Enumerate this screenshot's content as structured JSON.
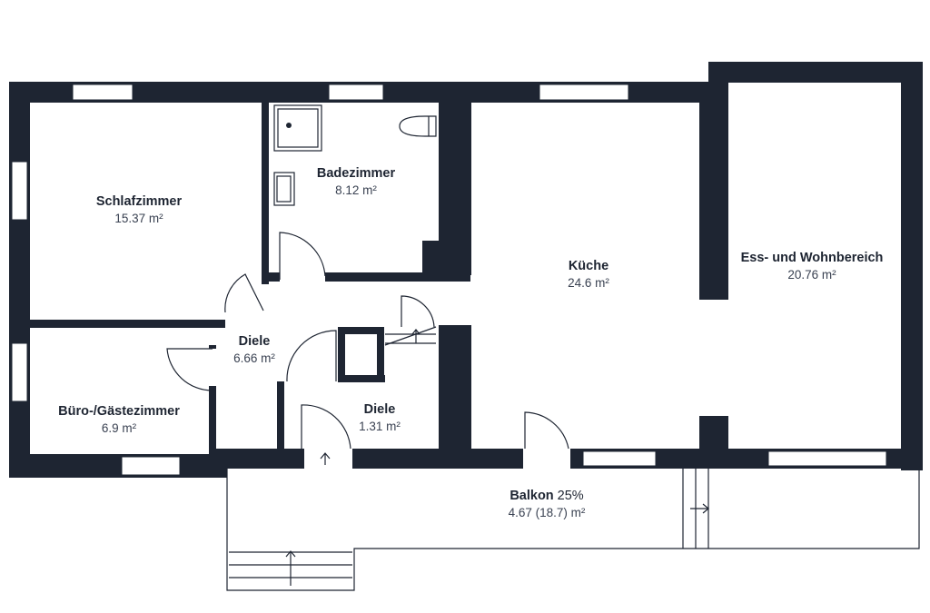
{
  "rooms": [
    {
      "key": "schlafzimmer",
      "name": "Schlafzimmer",
      "area": "15.37 m²"
    },
    {
      "key": "badezimmer",
      "name": "Badezimmer",
      "area": "8.12 m²"
    },
    {
      "key": "kueche",
      "name": "Küche",
      "area": "24.6 m²"
    },
    {
      "key": "wohnbereich",
      "name": "Ess- und Wohnbereich",
      "area": "20.76 m²"
    },
    {
      "key": "diele-1",
      "name": "Diele",
      "area": "6.66 m²"
    },
    {
      "key": "diele-2",
      "name": "Diele",
      "area": "1.31 m²"
    },
    {
      "key": "buero",
      "name": "Büro-/Gästezimmer",
      "area": "6.9 m²"
    },
    {
      "key": "balkon",
      "name": "Balkon",
      "percent": "25%",
      "area": "4.67 (18.7) m²"
    }
  ],
  "colors": {
    "wall": "#1e2532",
    "background": "#ffffff"
  }
}
